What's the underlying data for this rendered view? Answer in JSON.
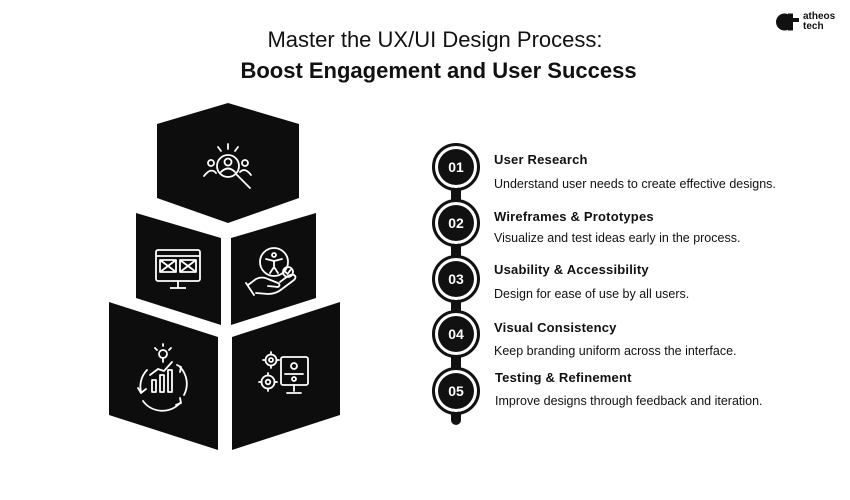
{
  "header": {
    "title_line1": "Master the UX/UI Design Process:",
    "title_line2": "Boost Engagement and User Success"
  },
  "logo": {
    "line1": "atheos",
    "line2": "tech"
  },
  "colors": {
    "block": "#0d0d0d",
    "icon_stroke": "#ffffff",
    "text": "#111111",
    "background": "#ffffff"
  },
  "diagram_icons": [
    "user-research-magnifier-icon",
    "wireframe-monitor-icon",
    "accessibility-hand-icon",
    "idea-growth-cycle-icon",
    "settings-monitor-icon"
  ],
  "steps": [
    {
      "number": "01",
      "title": "User Research",
      "description": "Understand user needs to create effective designs."
    },
    {
      "number": "02",
      "title": "Wireframes & Prototypes",
      "description": "Visualize and test ideas early in the process."
    },
    {
      "number": "03",
      "title": "Usability & Accessibility",
      "description": "Design for ease of use by all users."
    },
    {
      "number": "04",
      "title": "Visual Consistency",
      "description": "Keep branding uniform across the interface."
    },
    {
      "number": "05",
      "title": "Testing & Refinement",
      "description": "Improve designs through feedback and iteration."
    }
  ]
}
